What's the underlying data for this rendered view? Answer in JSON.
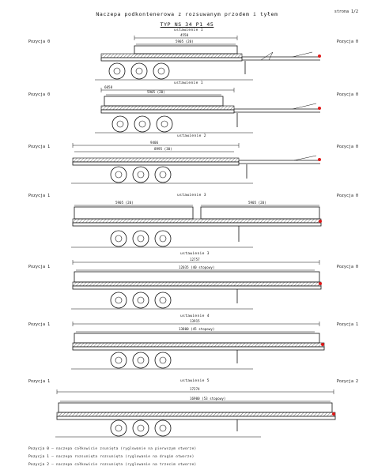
{
  "header": {
    "title_line1": "Naczepa podkontenerowa z rozsuwanym przodem i tyłem",
    "title_line2": "TYP NS 34 P1 45",
    "sheet": "strona 1/2"
  },
  "configs": [
    {
      "caption": "ustawienie 1",
      "left": "Pozycja 0",
      "right": "Pozycja 0",
      "dim_outer": "4550",
      "dim_inner": "5905 (20)"
    },
    {
      "caption": "ustawienie 1",
      "left": "Pozycja 0",
      "right": "Pozycja 0",
      "dim_outer": "6058",
      "dim_inner": "5905 (20)"
    },
    {
      "caption": "ustawienie 2",
      "left": "Pozycja 1",
      "right": "Pozycja 0",
      "dim_outer": "9406",
      "dim_inner": "8995 (30)"
    },
    {
      "caption": "ustawienie 3",
      "left": "Pozycja 1",
      "right": "Pozycja 0",
      "dim_outer": "",
      "dim_inner": "5905 (20)",
      "dim_inner2": "5905 (20)"
    },
    {
      "caption": "ustawienie 3",
      "left": "Pozycja 1",
      "right": "Pozycja 0",
      "dim_outer": "12757",
      "dim_inner": "12035 (40 stopowy)"
    },
    {
      "caption": "ustawienie 4",
      "left": "Pozycja 1",
      "right": "Pozycja 1",
      "dim_outer": "13915",
      "dim_inner": "13800 (45 stopowy)"
    },
    {
      "caption": "ustawienie 5",
      "left": "Pozycja 1",
      "right": "Pozycja 2",
      "dim_outer": "17274",
      "dim_inner": "16900 (53 stopowy)"
    }
  ],
  "legend": [
    {
      "key": "Pozycja 0",
      "text": "– naczepa całkowicie zsunięta (ryglowanie na pierwszym otworze)"
    },
    {
      "key": "Pozycja 1",
      "text": "– naczepa rozsunięta rozsunięta (ryglowanie na drugim otworze)"
    },
    {
      "key": "Pozycja 2",
      "text": "– naczepa całkowicie rozsunięta (ryglowanie na trzecim otworze)"
    }
  ],
  "colors": {
    "marker": "#e01818",
    "line": "#111111"
  }
}
